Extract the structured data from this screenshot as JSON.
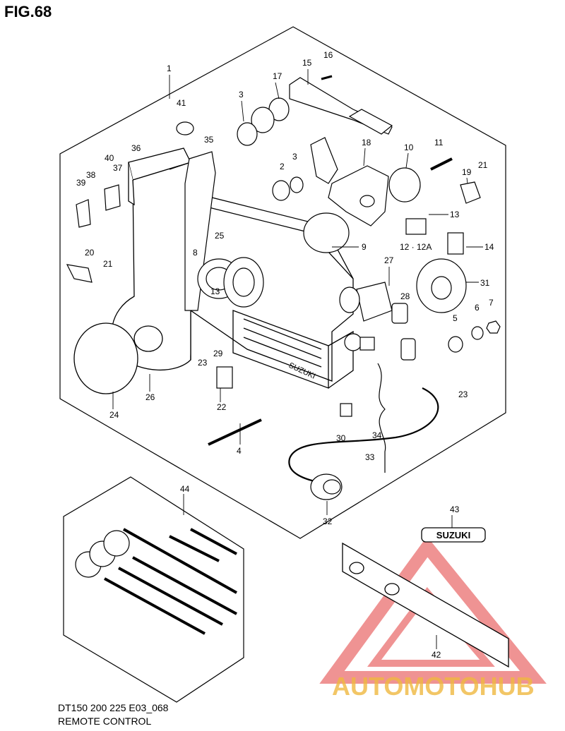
{
  "figure": {
    "title": "FIG.68",
    "code": "DT150 200 225 E03_068",
    "name": "REMOTE CONTROL"
  },
  "watermark": {
    "brand": "AUTOMOTOHUB"
  },
  "part_labels": [
    "1",
    "2",
    "3",
    "3",
    "4",
    "5",
    "6",
    "7",
    "8",
    "9",
    "10",
    "11",
    "12 · 12A",
    "13",
    "13",
    "14",
    "15",
    "16",
    "17",
    "18",
    "19",
    "20",
    "21",
    "21",
    "22",
    "23",
    "23",
    "24",
    "25",
    "26",
    "27",
    "28",
    "29",
    "30",
    "31",
    "32",
    "33",
    "34",
    "35",
    "36",
    "37",
    "38",
    "39",
    "40",
    "41",
    "42",
    "43",
    "44"
  ],
  "badge_text": "SUZUKI"
}
